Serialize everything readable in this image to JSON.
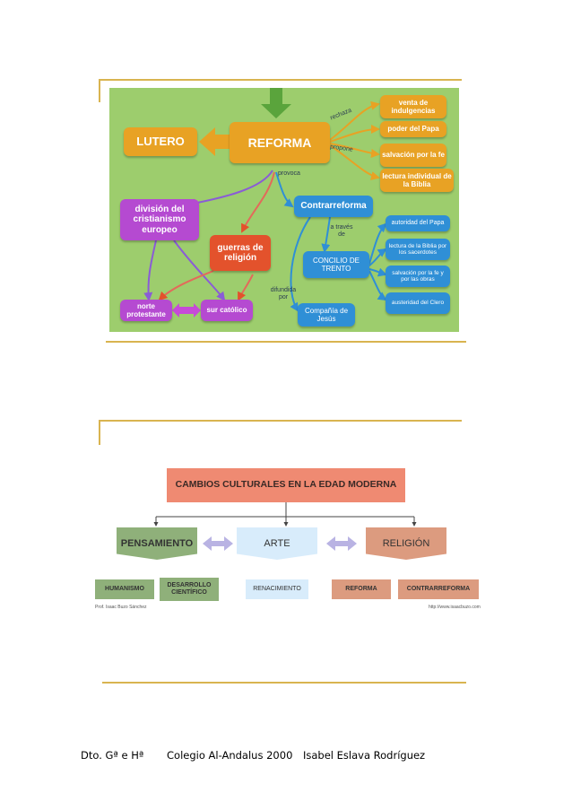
{
  "concept_map": {
    "center": "REFORMA",
    "left": "LUTERO",
    "rejects_label": "rechaza",
    "proposes_label": "propone",
    "causes_label": "provoca",
    "right_items": [
      "venta de indulgencias",
      "poder del Papa",
      "salvación por la fe",
      "lectura individual de la Biblia"
    ],
    "division": "división del cristianismo europeo",
    "wars": "guerras de religión",
    "north": "norte protestante",
    "south": "sur católico",
    "counter": "Contrarreforma",
    "through_label": "a través de",
    "council": "CONCILIO DE TRENTO",
    "spread_label": "difundida por",
    "jesuits": "Compañía de Jesús",
    "council_items": [
      "autoridad del Papa",
      "lectura de la Biblia por los sacerdotes",
      "salvación por la fe y por las obras",
      "austeridad del Clero"
    ]
  },
  "cultural_diagram": {
    "title": "CAMBIOS CULTURALES EN LA EDAD MODERNA",
    "categories": [
      "PENSAMIENTO",
      "ARTE",
      "RELIGIÓN"
    ],
    "sub_items": [
      "HUMANISMO",
      "DESARROLLO CIENTÍFICO",
      "RENACIMIENTO",
      "REFORMA",
      "CONTRARREFORMA"
    ],
    "credit_left": "Prof. Isaac Buzo Sánchez",
    "credit_right": "http://www.isaacbuzo.com"
  },
  "footer": {
    "department": "Dto. Gª e Hª",
    "school": "Colegio Al-Andalus 2000",
    "author": "Isabel Eslava Rodríguez"
  },
  "colors": {
    "frame": "#d9b450",
    "map_background": "#9dcd6d",
    "orange": "#e8a224",
    "purple": "#b54ad1",
    "red": "#e3522c",
    "blue": "#2f8fd6",
    "title_box": "#ef8a72",
    "pensamiento": "#8fb07a",
    "arte": "#d8ecfb",
    "religion": "#dc9b7f"
  }
}
